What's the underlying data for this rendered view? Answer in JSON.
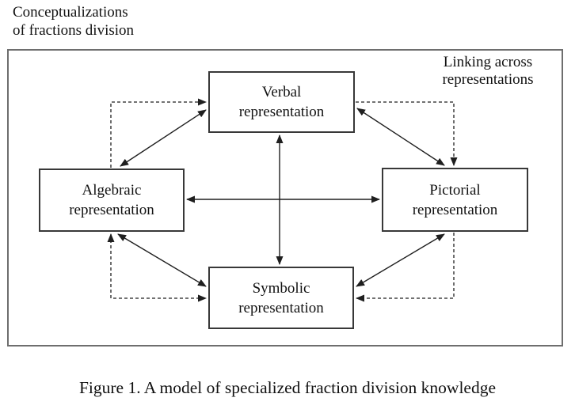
{
  "page": {
    "top_label": "Conceptualizations\nof fractions division",
    "caption": "Figure 1. A model of specialized fraction division knowledge"
  },
  "diagram": {
    "overlay_label": "Linking across\nrepresentations",
    "nodes": {
      "verbal": {
        "label": "Verbal\nrepresentation"
      },
      "algebraic": {
        "label": "Algebraic\nrepresentation"
      },
      "pictorial": {
        "label": "Pictorial\nrepresentation"
      },
      "symbolic": {
        "label": "Symbolic\nrepresentation"
      }
    },
    "edges": [
      {
        "from": "verbal",
        "to": "algebraic",
        "style": "solid",
        "bidirectional": true
      },
      {
        "from": "verbal",
        "to": "pictorial",
        "style": "solid",
        "bidirectional": true
      },
      {
        "from": "verbal",
        "to": "symbolic",
        "style": "solid",
        "bidirectional": true
      },
      {
        "from": "algebraic",
        "to": "pictorial",
        "style": "solid",
        "bidirectional": true
      },
      {
        "from": "algebraic",
        "to": "symbolic",
        "style": "solid",
        "bidirectional": true
      },
      {
        "from": "symbolic",
        "to": "pictorial",
        "style": "solid",
        "bidirectional": true
      }
    ],
    "linking_loop": {
      "style": "dashed",
      "shape": "rectangle-through-node-centers",
      "arrowheads_into": [
        "verbal-left",
        "pictorial-top",
        "symbolic-right",
        "symbolic-left",
        "algebraic-bottom"
      ]
    },
    "colors": {
      "background": "#ffffff",
      "text": "#111111",
      "line": "#1f1f1f",
      "node_border": "#383838",
      "frame_border": "#6e6e6e"
    }
  }
}
